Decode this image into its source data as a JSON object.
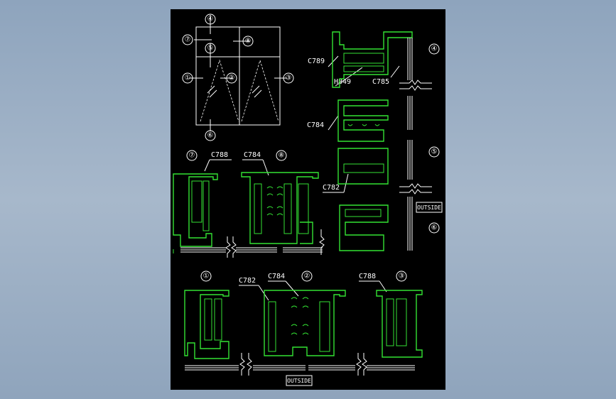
{
  "colors": {
    "background": "#8ea4bd",
    "paper": "#000000",
    "profile": "#33e233",
    "line": "#ffffff"
  },
  "elevation": {
    "markers": [
      "④",
      "⑦",
      "⑤",
      "⑧",
      "①",
      "②",
      "③",
      "⑥"
    ]
  },
  "sections": {
    "s78": {
      "marker_left": "⑦",
      "marker_right": "⑧",
      "label_a": "C788",
      "label_b": "C784"
    },
    "s456": {
      "marker_top": "④",
      "marker_mid": "⑤",
      "marker_bot": "⑥",
      "labels": [
        "C789",
        "H849",
        "C785",
        "C784",
        "C782"
      ],
      "outside": "OUTSIDE"
    },
    "s123": {
      "marker_1": "①",
      "marker_2": "②",
      "marker_3": "③",
      "labels": [
        "C782",
        "C784",
        "C788"
      ],
      "outside": "OUTSIDE"
    }
  }
}
